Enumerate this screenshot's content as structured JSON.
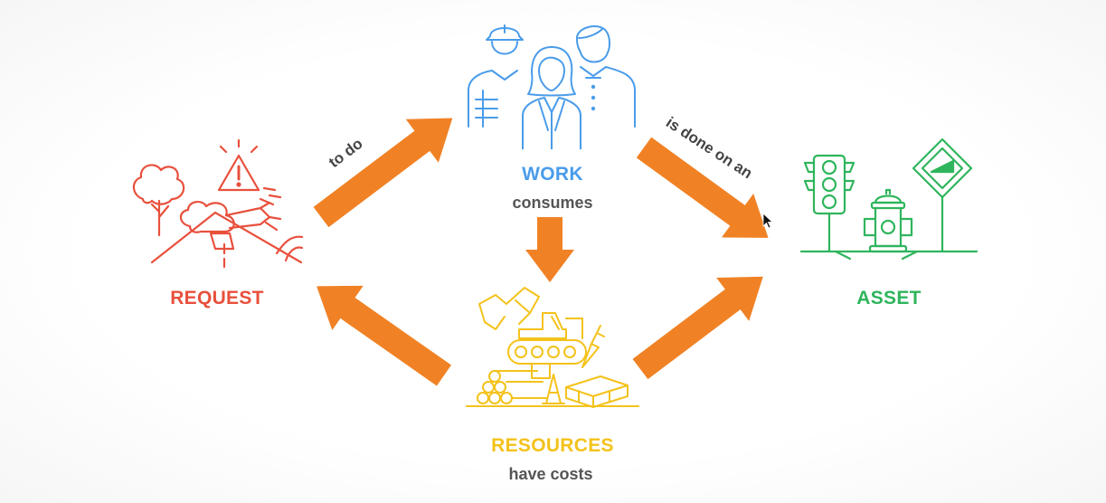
{
  "colors": {
    "request": "#e8503c",
    "work": "#4a9cea",
    "resources": "#f4c21b",
    "asset": "#2fb55c",
    "arrow": "#f08225",
    "text_dark": "#444444"
  },
  "nodes": {
    "request": {
      "label": "REQUEST",
      "icon": "hazard-tree-road-icon"
    },
    "work": {
      "label": "WORK",
      "sub": "consumes",
      "icon": "workers-group-icon"
    },
    "resources": {
      "label": "RESOURCES",
      "sub": "have costs",
      "icon": "excavator-materials-icon"
    },
    "asset": {
      "label": "ASSET",
      "icon": "traffic-light-hydrant-sign-icon"
    }
  },
  "edges": {
    "request_to_work": {
      "label": "to do"
    },
    "work_to_asset": {
      "label": "is done on an"
    }
  }
}
